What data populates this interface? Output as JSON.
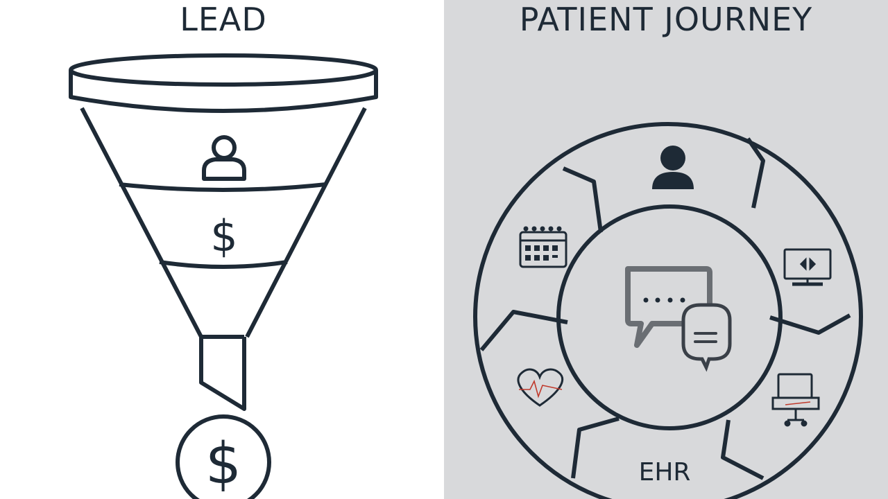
{
  "colors": {
    "ink": "#1e2a36",
    "right_background": "#d8d9db",
    "left_background": "#ffffff",
    "gray_icon": "#6a6e73",
    "heart_accent": "#c0392b"
  },
  "left_panel": {
    "title": "LEAD",
    "funnel_icons": [
      "person-outline-icon",
      "dollar-icon"
    ],
    "coin_symbol": "$",
    "band_symbol": "$"
  },
  "right_panel": {
    "title": "PATIENT JOURNEY",
    "segments": [
      {
        "icon": "person-icon",
        "label": ""
      },
      {
        "icon": "monitor-icon",
        "label": ""
      },
      {
        "icon": "laptop-icon",
        "label": ""
      },
      {
        "icon": "ehr-label",
        "label": "EHR"
      },
      {
        "icon": "heart-pulse-icon",
        "label": ""
      },
      {
        "icon": "calendar-icon",
        "label": ""
      }
    ],
    "center_icon": "chat-bubbles-icon"
  }
}
